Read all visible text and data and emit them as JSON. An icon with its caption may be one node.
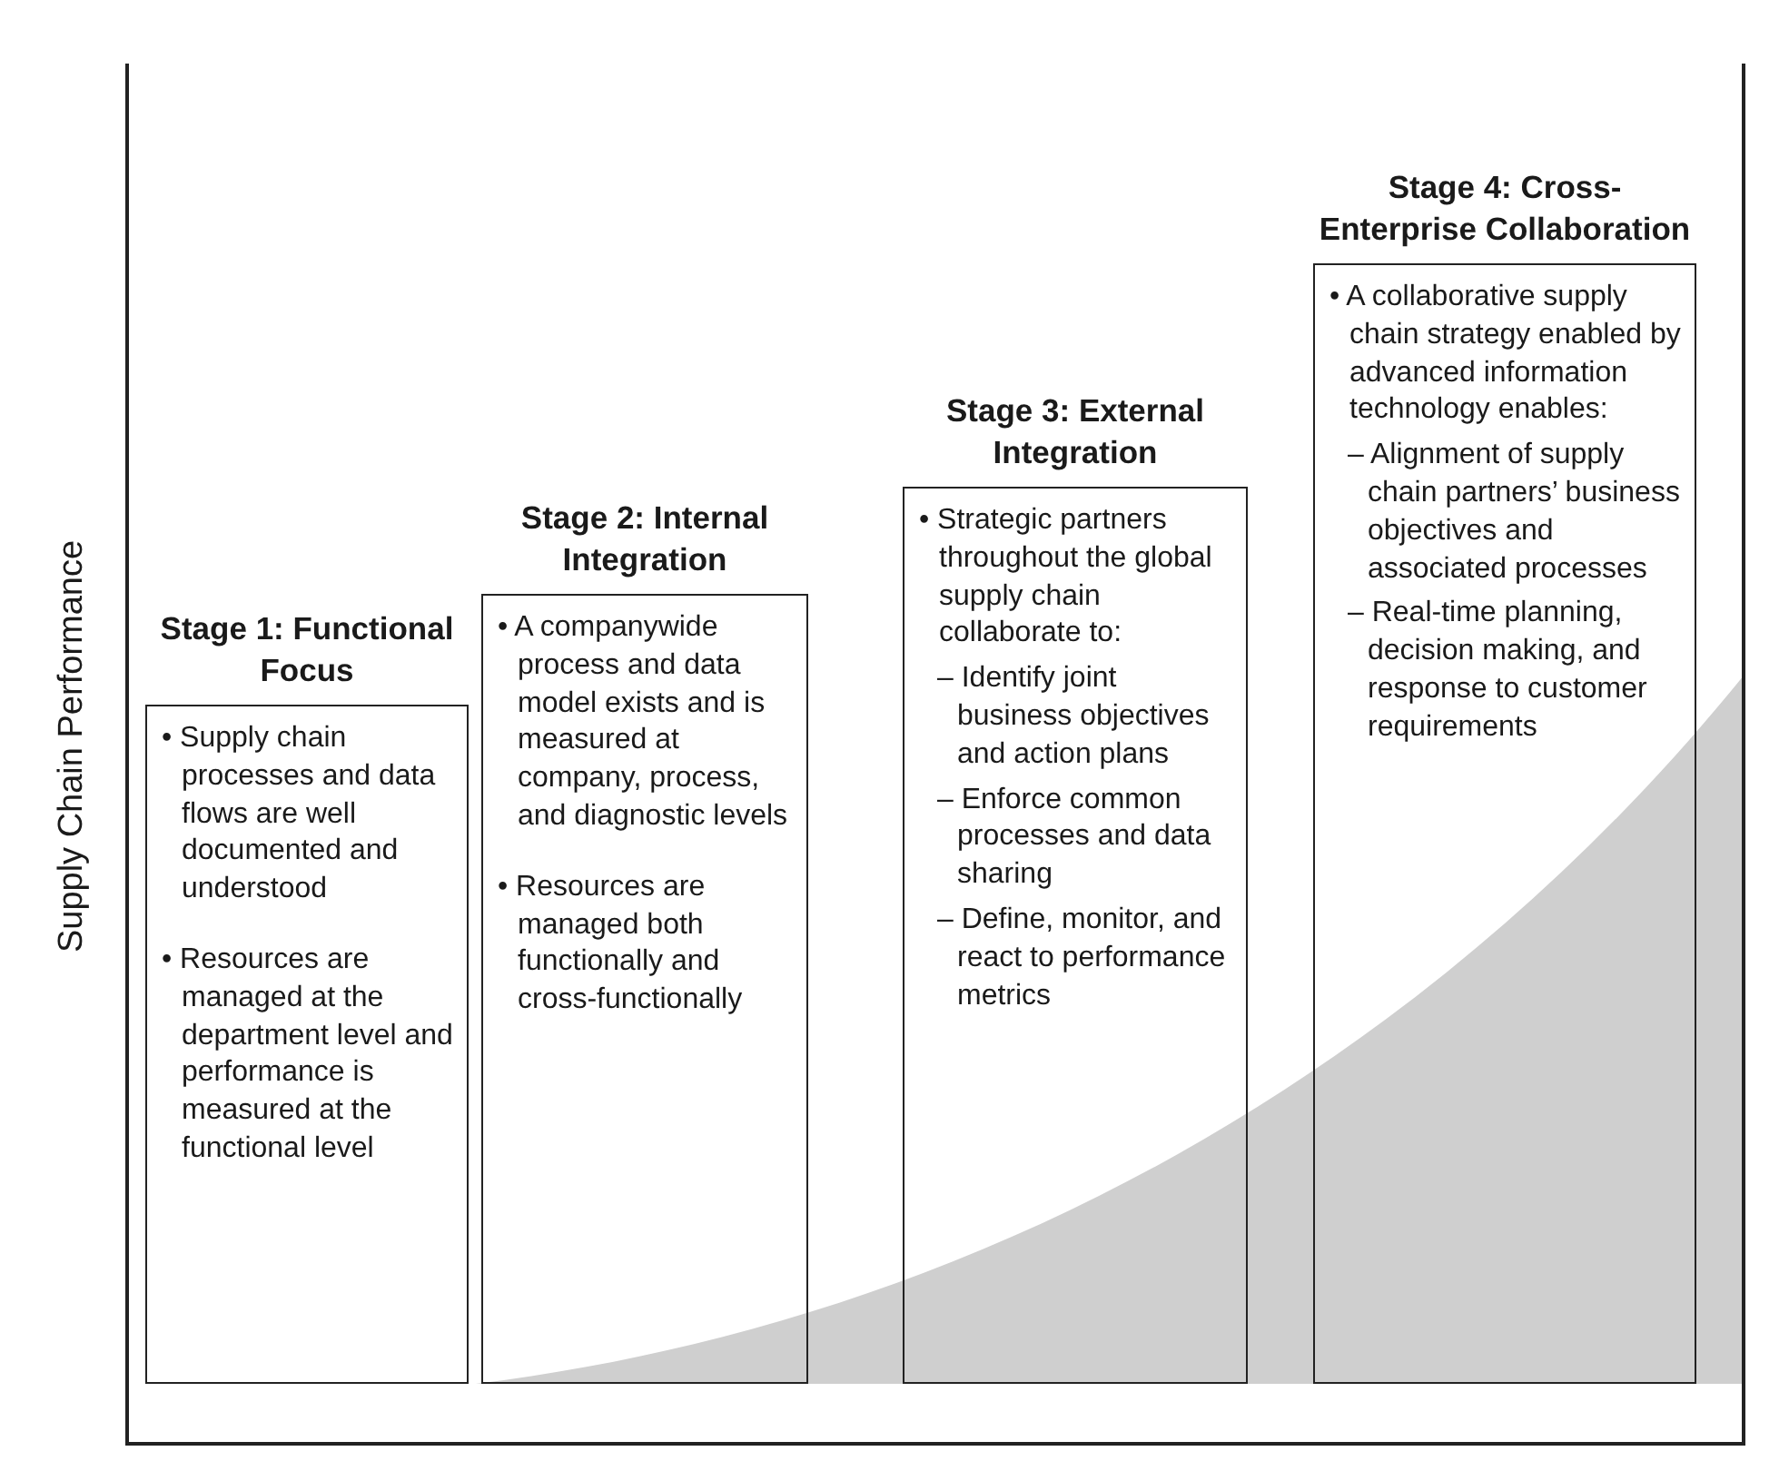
{
  "diagram": {
    "nodes": [
      {
        "text": [
          "Stage 1: Functional Focus",
          "• Supply chain processes and data flows are well documented and understood",
          "• Resources are managed at the department level and performance is measured at the functional level"
        ]
      },
      {
        "text": [
          "Stage 2: Internal Integration",
          "• A companywide process and data model exists and is measured at company, process, and diagnostic levels",
          "• Resources are managed both functionally and cross-functionally"
        ]
      },
      {
        "text": [
          "Stage 3: External Integration",
          "• Strategic partners throughout the global supply chain collaborate to:",
          "– Identify joint business objectives and action plans",
          "– Enforce common processes and data sharing",
          "– Define, monitor, and react to performance metrics"
        ]
      },
      {
        "text": [
          "Stage 4: Cross-Enterprise Collaboration",
          "• A collaborative supply chain strategy enabled by advanced information technology enables:",
          "– Alignment of supply chain partners’ business objectives and associated processes",
          "– Real-time planning, decision making, and response to customer requirements"
        ]
      }
    ],
    "labels": [
      "Supply Chain Performance"
    ]
  }
}
